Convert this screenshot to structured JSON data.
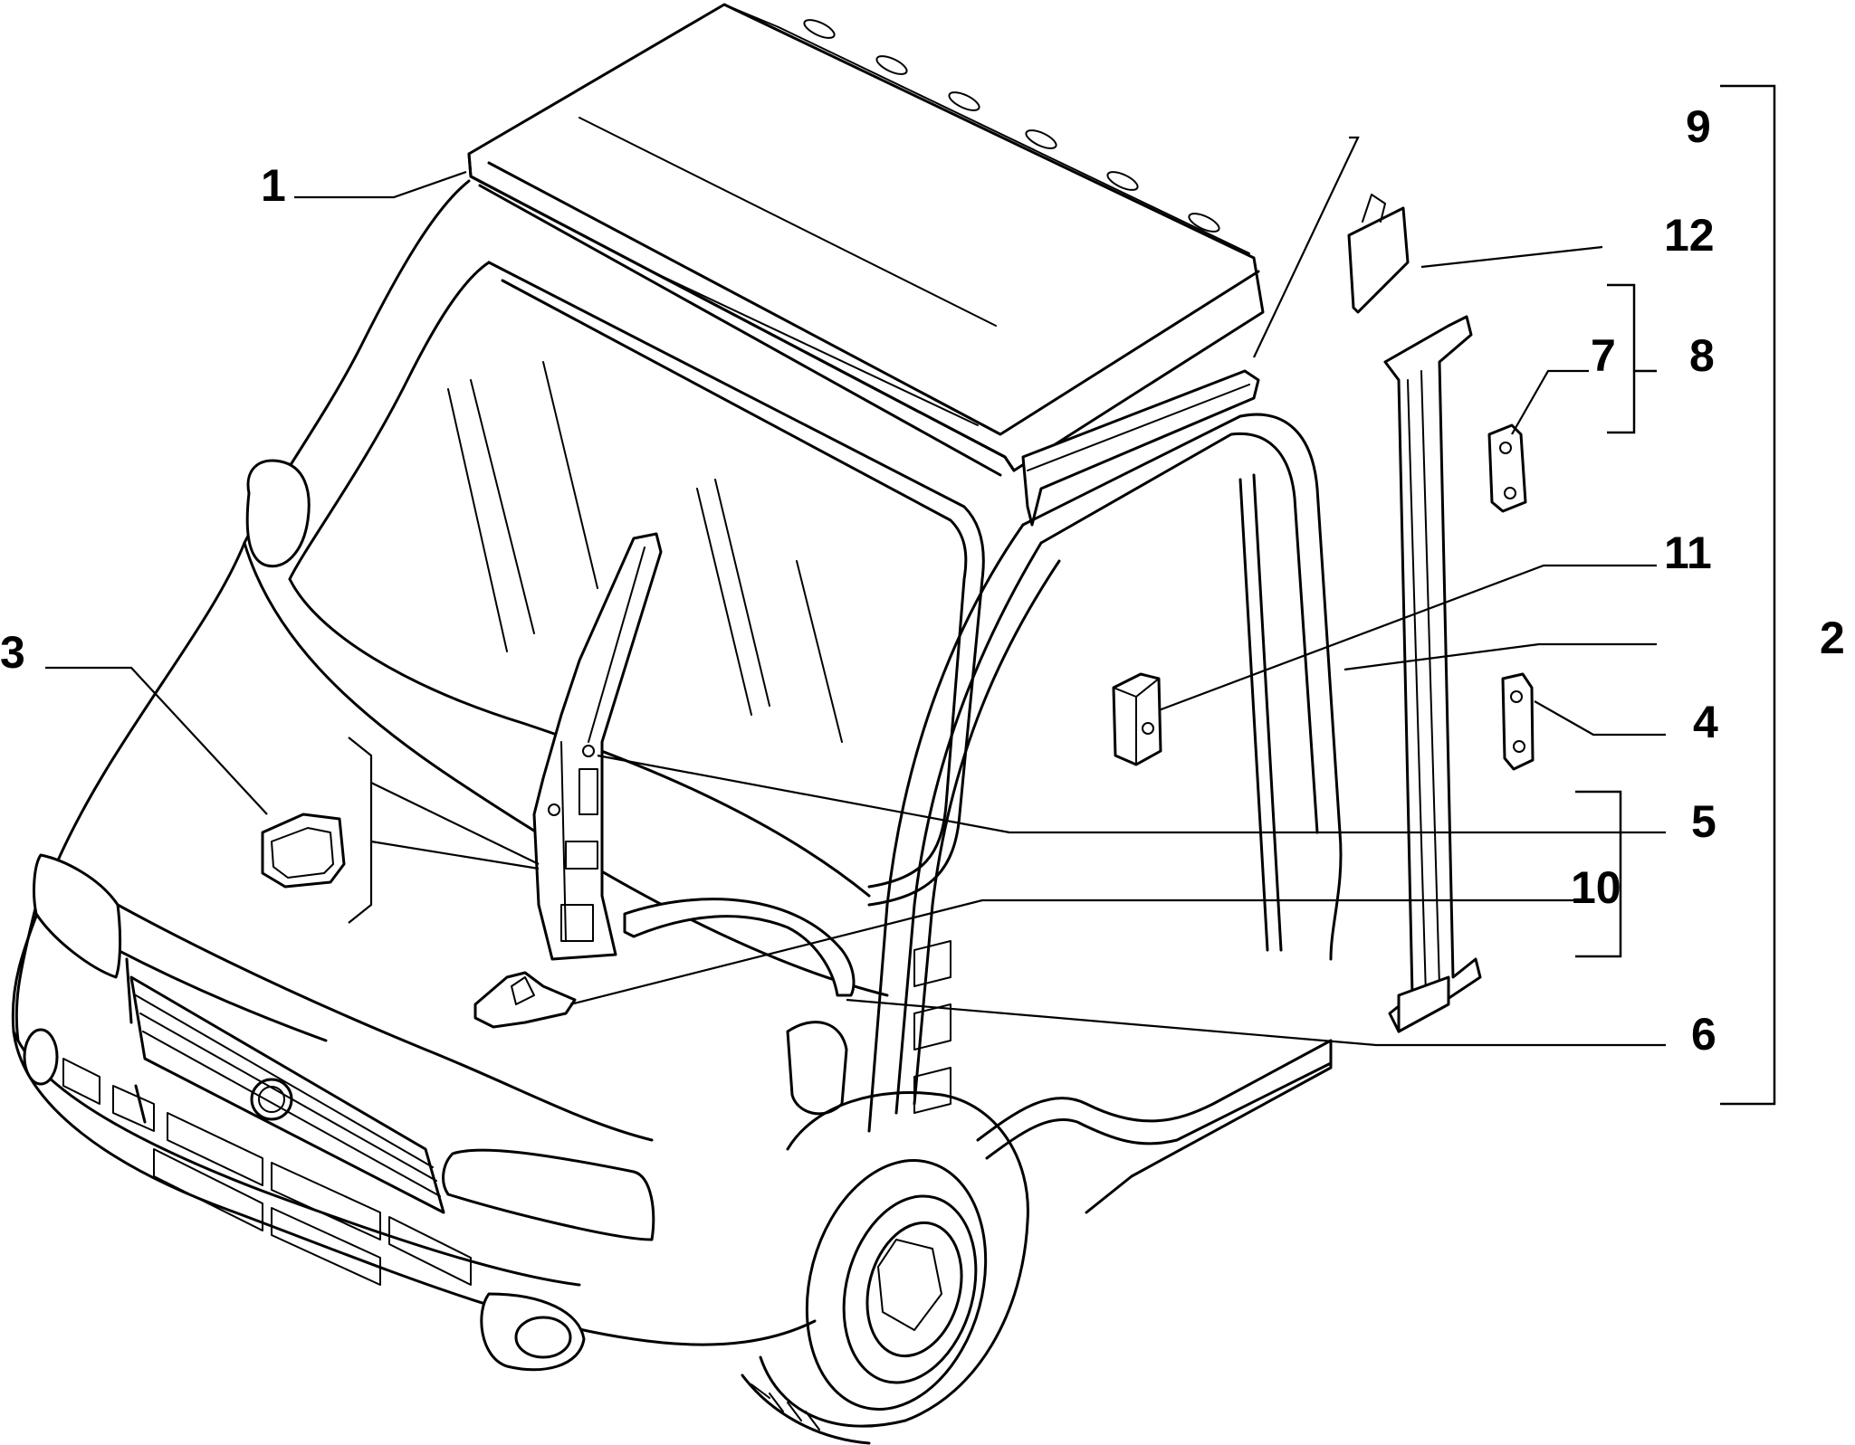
{
  "diagram": {
    "callouts": [
      "1",
      "2",
      "3",
      "4",
      "5",
      "6",
      "7",
      "8",
      "9",
      "10",
      "11",
      "12"
    ]
  },
  "colors": {
    "ink": "#000000",
    "paper": "#ffffff"
  }
}
